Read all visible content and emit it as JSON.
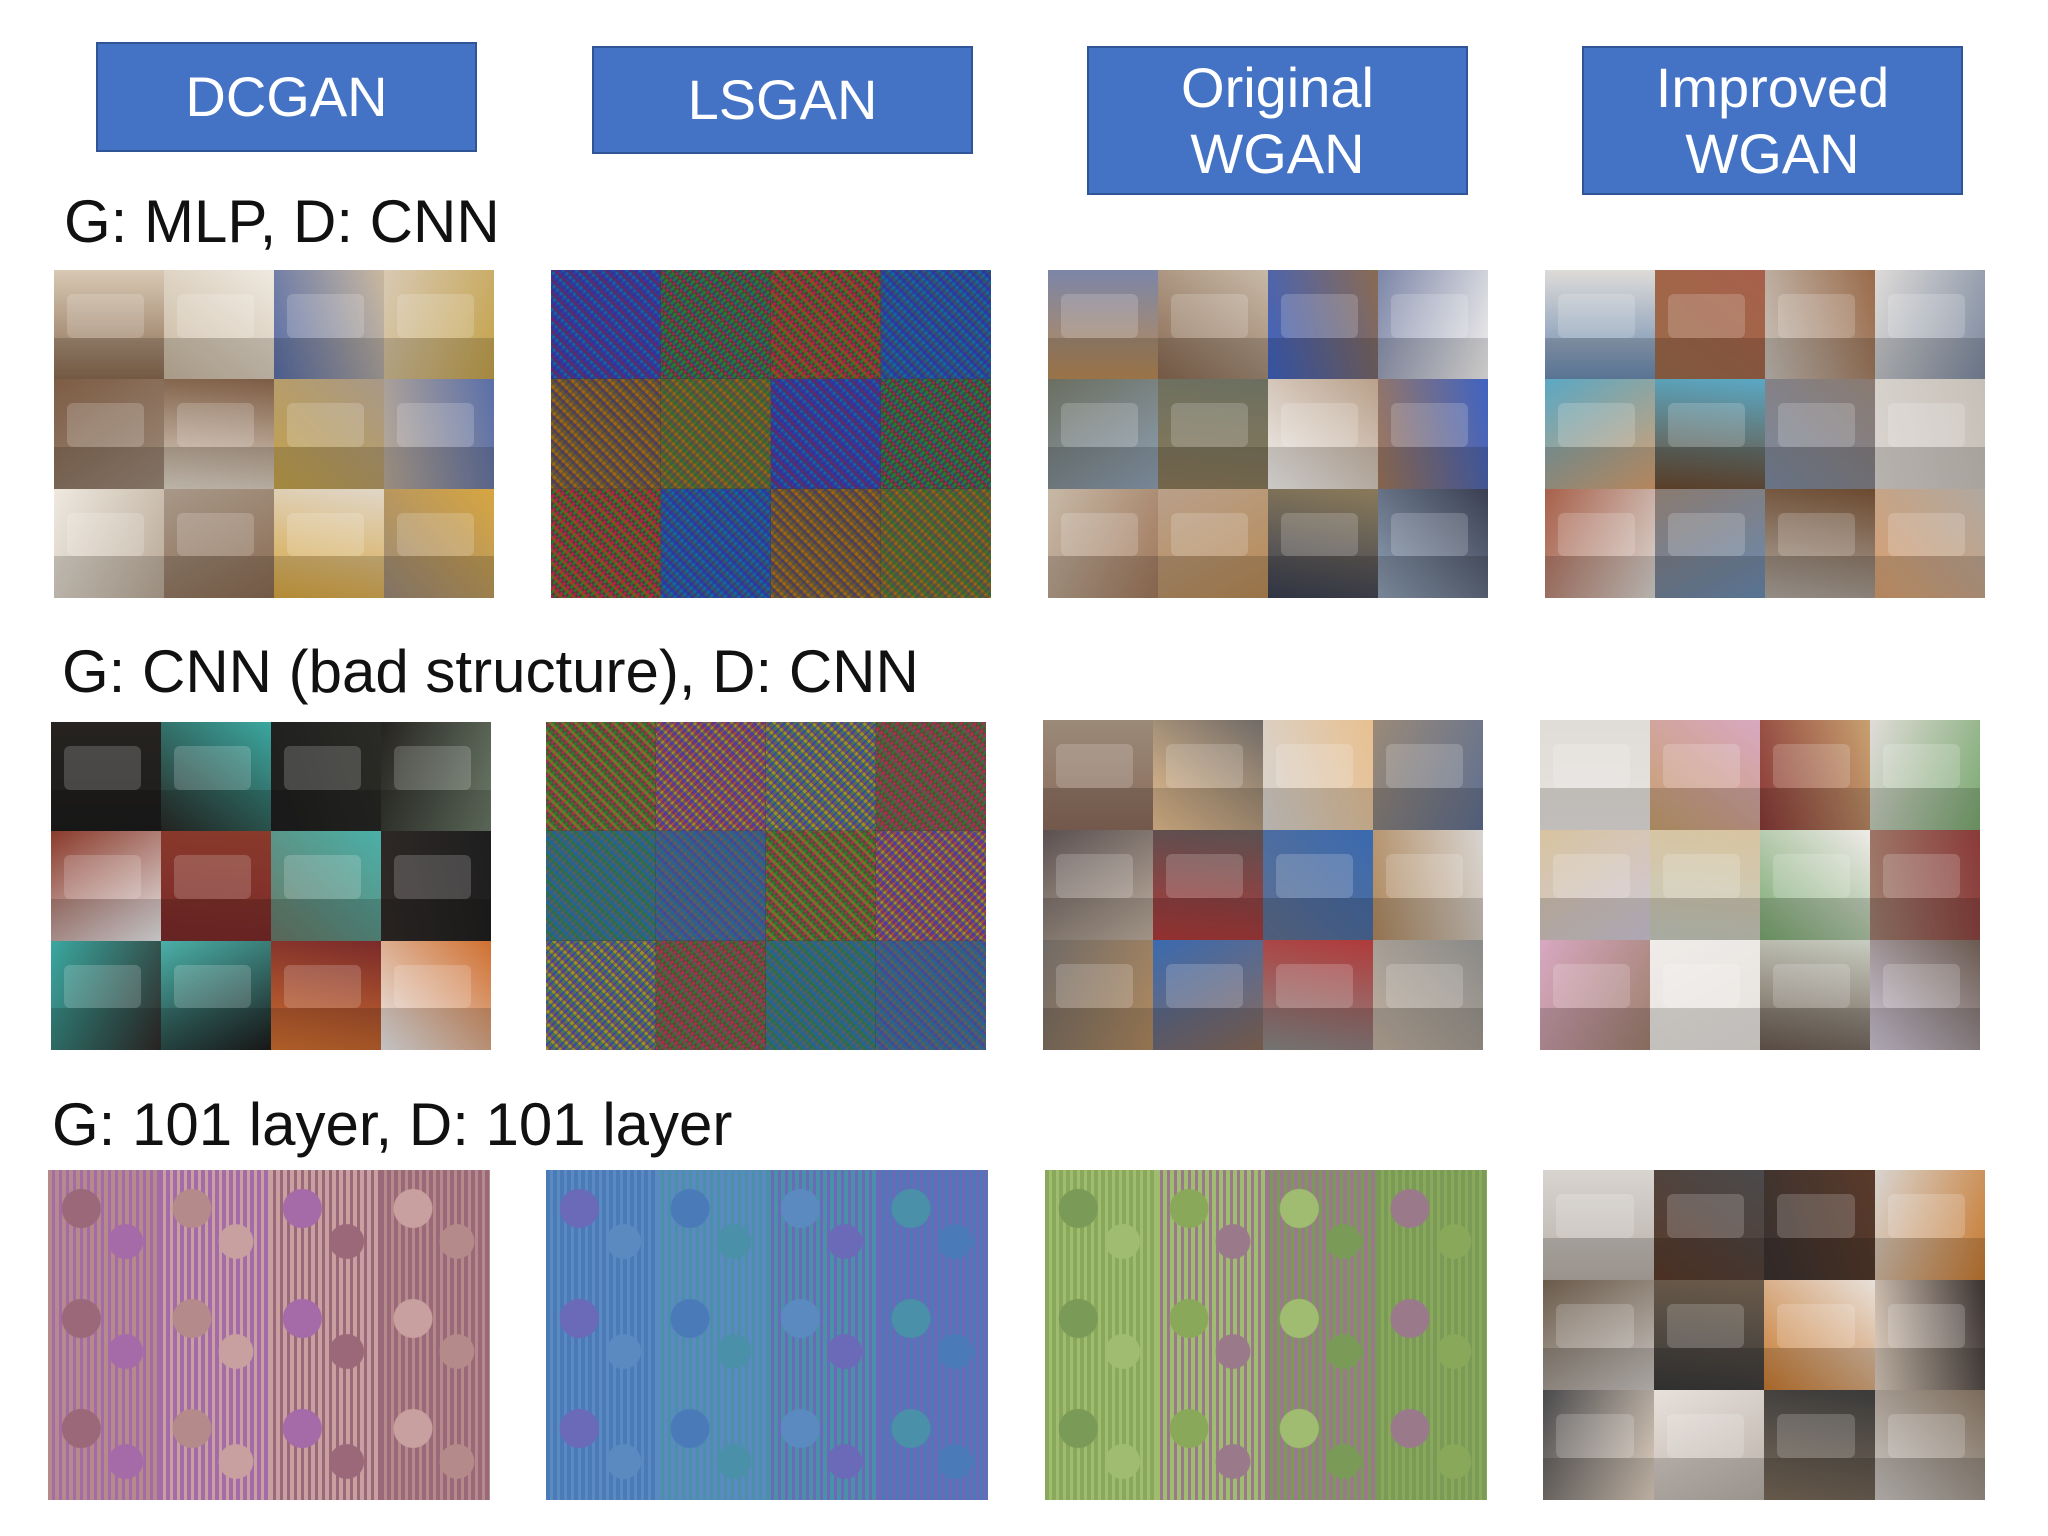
{
  "headers": [
    "DCGAN",
    "LSGAN",
    "Original\nWGAN",
    "Improved\nWGAN"
  ],
  "rows": [
    {
      "label": "G: MLP, D: CNN",
      "panels": [
        {
          "kind": "photos",
          "palette": [
            "#8a6b52",
            "#c9b8a0",
            "#5a6fa8",
            "#d8c9b4",
            "#7d5c44",
            "#e0d6c8",
            "#c4a24a",
            "#b9a997",
            "#efe9e0",
            "#a89888",
            "#d7a640",
            "#9c8a7a"
          ]
        },
        {
          "kind": "noise",
          "palette": [
            "#7a6cc9",
            "#5fb36a",
            "#d45a8a",
            "#4aa3c7",
            "#c9a048",
            "#8d8d8d"
          ]
        },
        {
          "kind": "photos",
          "palette": [
            "#b88a55",
            "#8a6a52",
            "#3f63c2",
            "#7c86a8",
            "#6b6f60",
            "#8a7a5a",
            "#f2f0ee",
            "#a0785c",
            "#c7b9a7",
            "#b9a08a",
            "#3a3f52",
            "#8fa0b4"
          ]
        },
        {
          "kind": "photos",
          "palette": [
            "#6a8ab0",
            "#9a6b4a",
            "#c7c0b8",
            "#dedbd8",
            "#5aa8c4",
            "#6b4a30",
            "#7d8aa0",
            "#d9d4cf",
            "#a8604a",
            "#8a7a70",
            "#b0a8a0",
            "#d9a070"
          ]
        }
      ]
    },
    {
      "label": "G: CNN (bad structure), D: CNN",
      "panels": [
        {
          "kind": "photos",
          "palette": [
            "#1c1c1c",
            "#2a2a26",
            "#1e1e1e",
            "#262320",
            "#8a3a2a",
            "#7a2a2a",
            "#6b7a68",
            "#302a28",
            "#3aa8a0",
            "#4ab0a8",
            "#d07030",
            "#e8e8ea"
          ]
        },
        {
          "kind": "noise",
          "palette": [
            "#6bb06a",
            "#8c7ad0",
            "#c9c060",
            "#d46a8a",
            "#5aa0c8",
            "#9a9a9a"
          ]
        },
        {
          "kind": "photos",
          "palette": [
            "#8a6a5a",
            "#e8c090",
            "#d8d4d0",
            "#9a8a78",
            "#5a5050",
            "#b03a3a",
            "#607090",
            "#b08a60",
            "#706a66",
            "#3a6ab0",
            "#8a8a88",
            "#c0b0a0"
          ]
        },
        {
          "kind": "photos",
          "palette": [
            "#e6e2de",
            "#c8a070",
            "#8a3a38",
            "#e0dcd8",
            "#d8c4a0",
            "#c8ccc0",
            "#7aa870",
            "#a08070",
            "#d8a8c0",
            "#efebe8",
            "#6a5a50",
            "#d0c8d8"
          ]
        }
      ]
    },
    {
      "label": "G: 101 layer, D: 101 layer",
      "panels": [
        {
          "kind": "pattern",
          "palette": [
            "#b48a8a",
            "#a56aa8",
            "#c9a0a0",
            "#9a6878"
          ]
        },
        {
          "kind": "pattern",
          "palette": [
            "#4a7ab8",
            "#5a8ac0",
            "#4a90a8",
            "#6a6ab8"
          ]
        },
        {
          "kind": "pattern",
          "palette": [
            "#8aa85a",
            "#a0bc70",
            "#9a7a8a",
            "#7a9a58"
          ]
        },
        {
          "kind": "photos",
          "palette": [
            "#b8b0a8",
            "#5a3a2a",
            "#3a3230",
            "#d8d4d0",
            "#6a5a4a",
            "#3a3a3a",
            "#c87a30",
            "#e0d0c0",
            "#4a4a4c",
            "#e8e0da",
            "#7a6a5a",
            "#cbc6c2"
          ]
        }
      ]
    }
  ]
}
